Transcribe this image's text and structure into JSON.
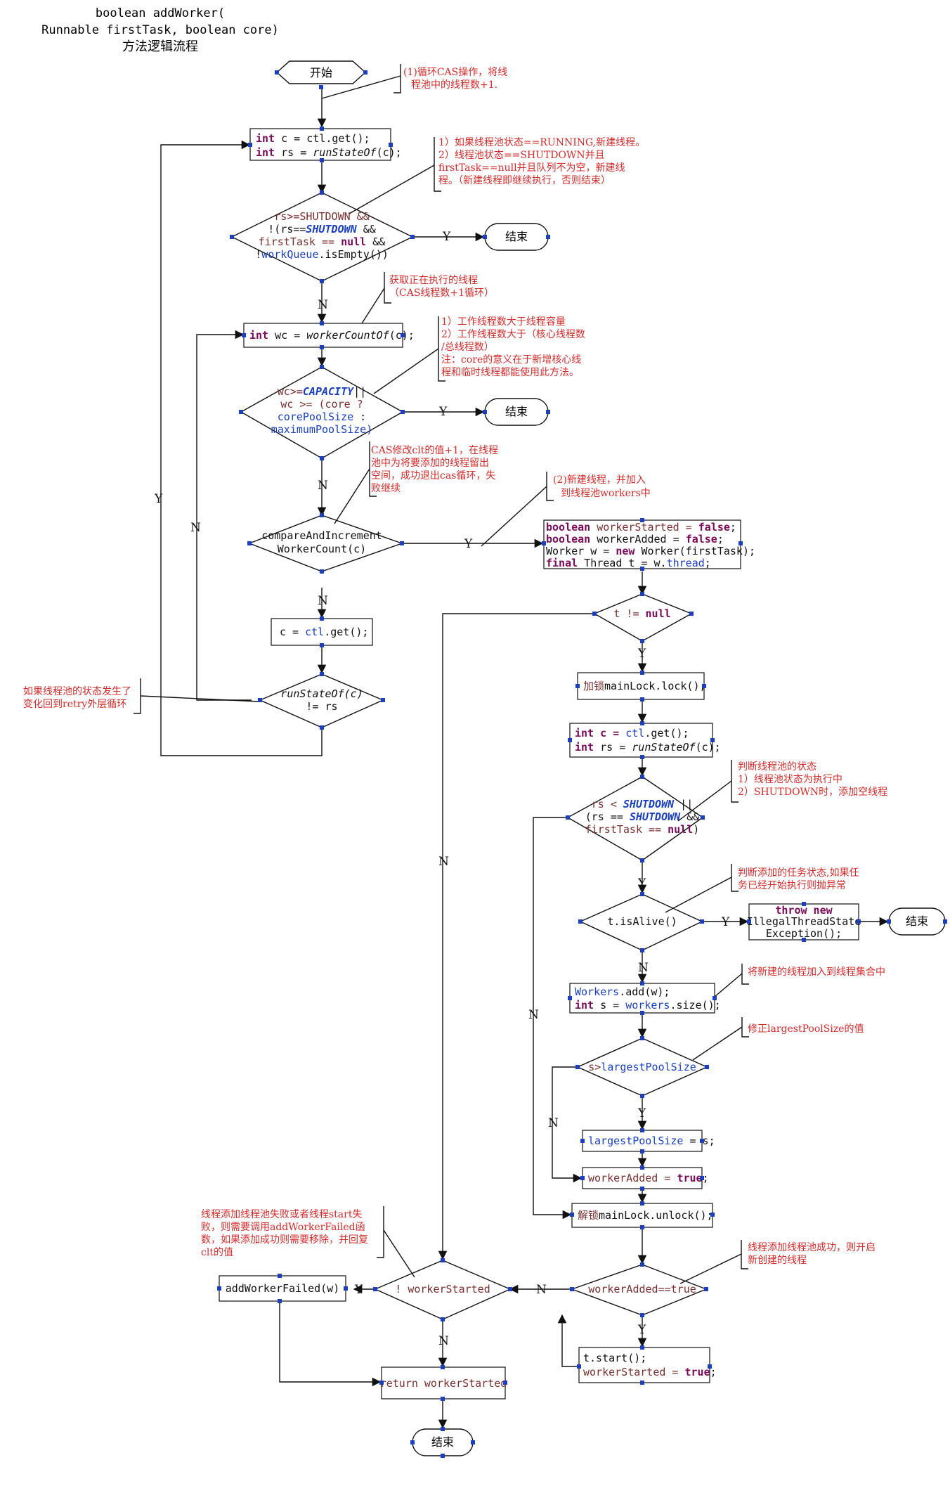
{
  "title": {
    "line1": "boolean addWorker(",
    "line2": "Runnable firstTask, boolean core)",
    "line3": "方法逻辑流程"
  },
  "terminals": {
    "start": "开始",
    "end1": "结束",
    "end2": "结束",
    "end3": "结束",
    "end4": "结束"
  },
  "edge_labels": {
    "y": "Y",
    "n": "N"
  },
  "code": {
    "ctl_int": "int",
    "ctl_c": " c = ctl.get();",
    "rs_int": "int",
    "rs_eq": " rs = ",
    "rs_fn": "runStateOf",
    "rs_arg": "(c);",
    "d1_l1": "rs>=SHUTDOWN &&",
    "d1_l2a": "!(rs==",
    "d1_l2b": "SHUTDOWN",
    "d1_l2c": " &&",
    "d1_l3a": "firstTask == ",
    "d1_l3b": "null",
    "d1_l3c": " &&",
    "d1_l4a": "!",
    "d1_l4b": "workQueue",
    "d1_l4c": ".isEmpty())",
    "wc_int": "int",
    "wc_mid": " wc = ",
    "wc_fn": "workerCountOf",
    "wc_arg": "(c);",
    "d2_l1a": "wc>=",
    "d2_l1b": "CAPACITY",
    "d2_l1c": "||",
    "d2_l2": "wc >= (core ?",
    "d2_l3a": "corePoolSize",
    "d2_l3b": " :",
    "d2_l4": "maximumPoolSize)",
    "d3_l1": "compareAndIncrement",
    "d3_l2": "WorkerCount(c)",
    "recheck_a": "c = ",
    "recheck_b": "ctl",
    "recheck_c": ".get();",
    "d4_l1": "runStateOf(c)",
    "d4_l2": "!= rs",
    "w_1k": "boolean",
    "w_1a": " workerStarted = ",
    "w_1b": "false",
    "w_1c": ";",
    "w_2k": "boolean",
    "w_2a": " workerAdded = ",
    "w_2b": "false",
    "w_2c": ";",
    "w_3a": "Worker w = ",
    "w_3k": "new",
    "w_3b": " Worker(firstTask);",
    "w_4k": "final",
    "w_4a": " Thread t = w.",
    "w_4b": "thread",
    "w_4c": ";",
    "d5_a": "t != ",
    "d5_b": "null",
    "lock_a": "加锁",
    "lock_b": "mainLock.lock();",
    "c2_k": "int",
    "c2_a": " c = ",
    "c2_b": "ctl",
    "c2_c": ".get();",
    "rs2_k": "int",
    "rs2_a": " rs = ",
    "rs2_b": "runStateOf",
    "rs2_c": "(c);",
    "d6_l1a": "rs < ",
    "d6_l1b": "SHUTDOWN",
    "d6_l1c": " ||",
    "d6_l2a": "(rs == ",
    "d6_l2b": "SHUTDOWN",
    "d6_l2c": " &&",
    "d6_l3a": "firstTask == ",
    "d6_l3b": "null",
    "d6_l3c": ")",
    "d7": "t.isAlive()",
    "throw_k": "throw new",
    "throw_2": "IllegalThreadState",
    "throw_3": "Exception();",
    "add_a": "Workers",
    "add_b": ".add(w);",
    "s_k": "int",
    "s_a": " s = ",
    "s_b": "workers",
    "s_c": ".size();",
    "d8_a": "s>",
    "d8_b": "largestPoolSize",
    "lps_a": "largestPoolSize",
    "lps_b": " = s;",
    "wa_a": "workerAdded = ",
    "wa_b": "true",
    "wa_c": ";",
    "unlock_a": "解锁",
    "unlock_b": "mainLock.unlock();",
    "d9": "workerAdded==true",
    "start_1": "t.start();",
    "start_2a": "workerStarted = ",
    "start_2b": "true",
    "start_2c": ";",
    "d10": "! workerStarted",
    "fail": "addWorkerFailed(w)",
    "ret": "return workerStarted"
  },
  "notes": {
    "n1_l1": "(1)循环CAS操作，将线",
    "n1_l2": "程池中的线程数+1.",
    "n2_l1": "1）如果线程池状态==RUNNING,新建线程。",
    "n2_l2": "2）线程池状态==SHUTDOWN并且",
    "n2_l3": "firstTask==null并且队列不为空，新建线",
    "n2_l4": "程。（新建线程即继续执行，否则结束）",
    "n3_l1": "获取正在执行的线程",
    "n3_l2": "（CAS线程数+1循环）",
    "n4_l1": "1）工作线程数大于线程容量",
    "n4_l2": "2）工作线程数大于（核心线程数",
    "n4_l3": "/总线程数）",
    "n4_l4": "注：core的意义在于新增核心线",
    "n4_l5": "程和临时线程都能使用此方法。",
    "n5_l1": "CAS修改clt的值+1，在线程",
    "n5_l2": "池中为将要添加的线程留出",
    "n5_l3": "空间，成功退出cas循环，失",
    "n5_l4": "败继续",
    "n6_l1": "(2)新建线程，并加入",
    "n6_l2": "到线程池workers中",
    "n7_l1": "如果线程池的状态发生了",
    "n7_l2": "变化回到retry外层循环",
    "n8_l1": "判断线程池的状态",
    "n8_l2": "1）线程池状态为执行中",
    "n8_l3": "2）SHUTDOWN时，添加空线程",
    "n9_l1": "判断添加的任务状态,如果任",
    "n9_l2": "务已经开始执行则抛异常",
    "n10": "将新建的线程加入到线程集合中",
    "n11": "修正largestPoolSize的值",
    "n12_l1": "线程添加线程池成功，则开启",
    "n12_l2": "新创建的线程",
    "n13_l1": "线程添加线程池失败或者线程start失",
    "n13_l2": "败，则需要调用addWorkerFailed函",
    "n13_l3": "数，如果添加成功则需要移除，并回复",
    "n13_l4": "clt的值"
  }
}
